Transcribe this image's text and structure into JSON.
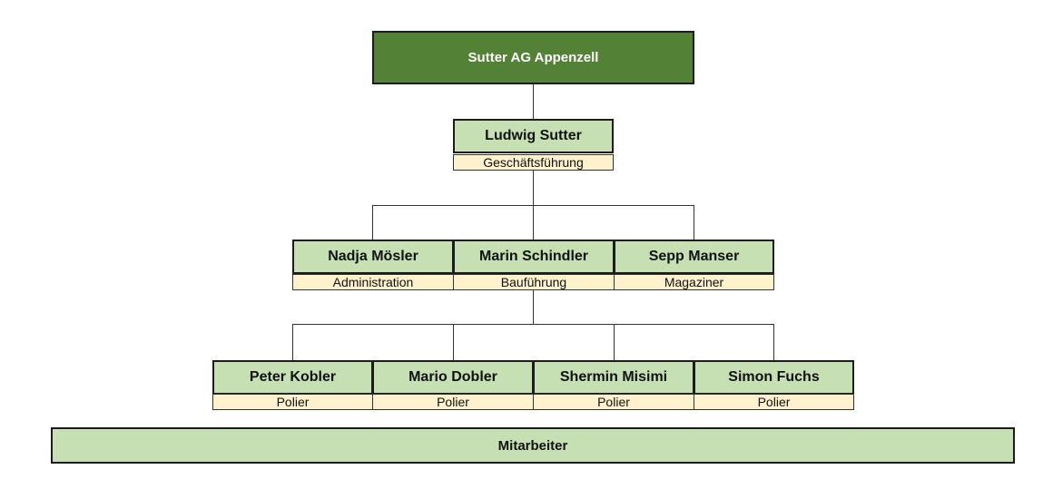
{
  "company": "Sutter AG Appenzell",
  "management": {
    "name": "Ludwig Sutter",
    "role": "Geschäftsführung"
  },
  "department_heads": [
    {
      "name": "Nadja Mösler",
      "role": "Administration"
    },
    {
      "name": "Marin Schindler",
      "role": "Bauführung"
    },
    {
      "name": "Sepp Manser",
      "role": "Magaziner"
    }
  ],
  "foremen": [
    {
      "name": "Peter Kobler",
      "role": "Polier"
    },
    {
      "name": "Mario Dobler",
      "role": "Polier"
    },
    {
      "name": "Shermin Misimi",
      "role": "Polier"
    },
    {
      "name": "Simon Fuchs",
      "role": "Polier"
    }
  ],
  "staff": "Mitarbeiter",
  "colors": {
    "company_fill": "#538135",
    "person_fill": "#c6e0b4",
    "role_fill": "#fff2cc",
    "border": "#1c1c1c"
  }
}
